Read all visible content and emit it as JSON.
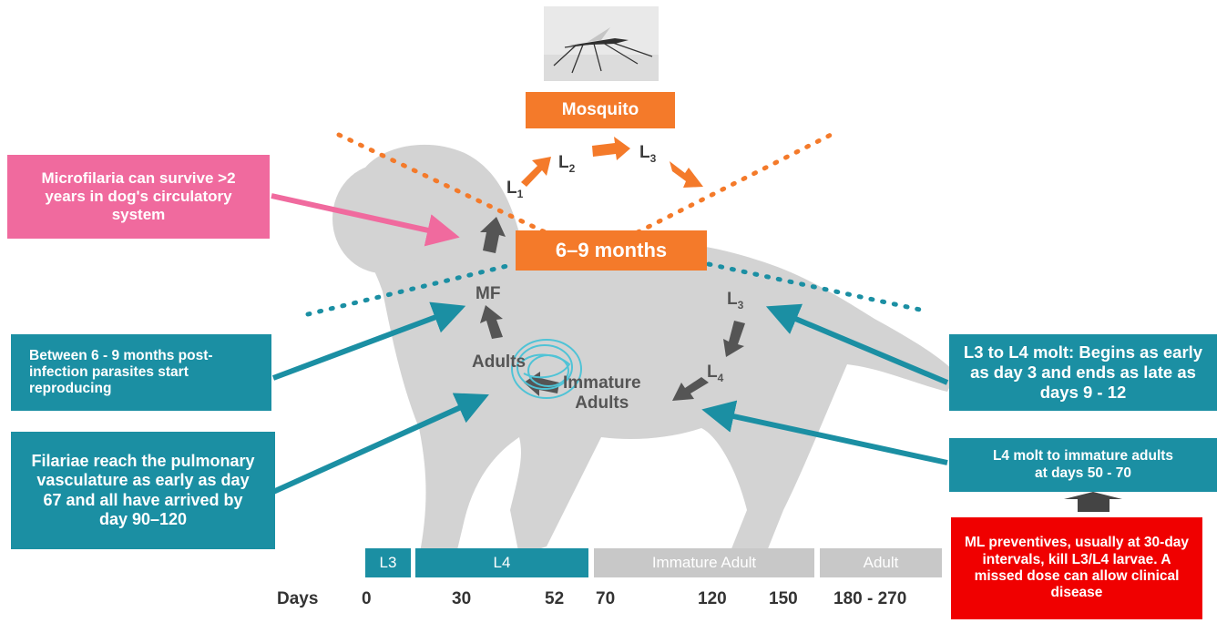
{
  "mosquito_label": "Mosquito",
  "center_period": "6–9 months",
  "stages_top": {
    "l1": "L",
    "l1_sub": "1",
    "l2": "L",
    "l2_sub": "2",
    "l3": "L",
    "l3_sub": "3"
  },
  "stages_dog": {
    "mf": "MF",
    "adults": "Adults",
    "immature_adults_line1": "Immature",
    "immature_adults_line2": "Adults",
    "l3": "L",
    "l3_sub": "3",
    "l4": "L",
    "l4_sub": "4"
  },
  "callouts": {
    "microfilaria": "Microfilaria can survive >2 years in dog's circulatory system",
    "reproducing": "Between 6 - 9 months post-infection parasites start reproducing",
    "filariae": "Filariae reach the pulmonary vasculature as early as day 67 and all have arrived by day 90–120",
    "molt_l3_l4": "L3 to L4 molt: Begins as early as day 3 and ends as late as days 9 - 12",
    "molt_l4": "L4 molt to immature adults at days 50 - 70",
    "preventives": "ML preventives, usually at 30-day intervals, kill L3/L4 larvae. A missed dose can allow clinical disease"
  },
  "timeline": {
    "segments": [
      "L3",
      "L4",
      "Immature Adult",
      "Adult"
    ],
    "days_label": "Days",
    "ticks": [
      "0",
      "30",
      "52",
      "70",
      "120",
      "150",
      "180 - 270"
    ]
  },
  "colors": {
    "teal": "#1b8fa3",
    "orange": "#f47a2a",
    "pink": "#f06a9e",
    "red": "#f00000",
    "gray_bar": "#c8c8c8",
    "arrow_gray": "#555555"
  }
}
